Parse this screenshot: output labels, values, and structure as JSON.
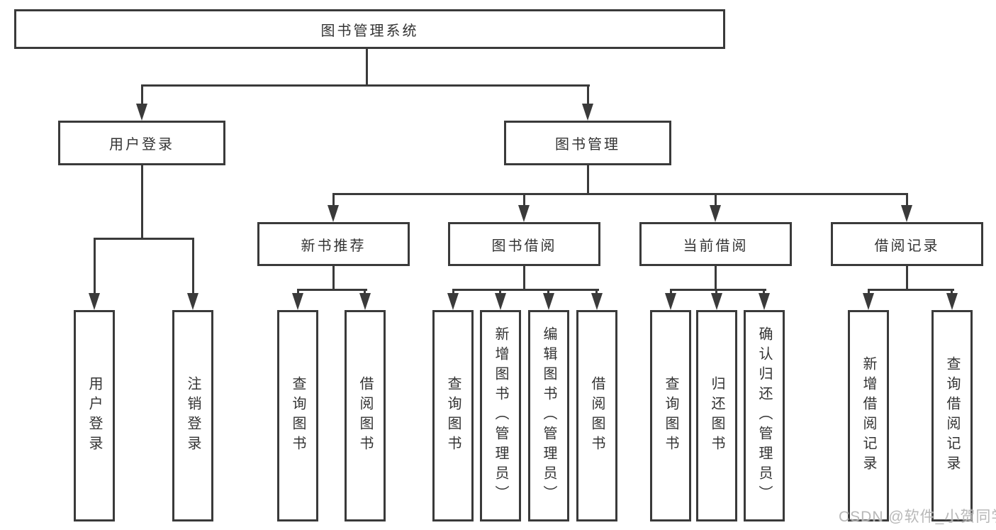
{
  "diagram": {
    "root": {
      "label": "图书管理系统"
    },
    "level2": [
      {
        "label": "用户登录"
      },
      {
        "label": "图书管理"
      }
    ],
    "level3": [
      {
        "label": "新书推荐"
      },
      {
        "label": "图书借阅"
      },
      {
        "label": "当前借阅"
      },
      {
        "label": "借阅记录"
      }
    ],
    "leaves": [
      {
        "label": "用户登录"
      },
      {
        "label": "注销登录"
      },
      {
        "label": "查询图书"
      },
      {
        "label": "借阅图书"
      },
      {
        "label": "查询图书"
      },
      {
        "label": "新增图书（管理员）"
      },
      {
        "label": "编辑图书（管理员）"
      },
      {
        "label": "借阅图书"
      },
      {
        "label": "查询图书"
      },
      {
        "label": "归还图书"
      },
      {
        "label": "确认归还（管理员）"
      },
      {
        "label": "新增借阅记录"
      },
      {
        "label": "查询借阅记录"
      }
    ],
    "watermark": {
      "text": "CSDN @软件_小贺同学"
    },
    "colors": {
      "line": "#3a3a3a",
      "text": "#333333",
      "background": "#ffffff",
      "watermark": "#b2b2b2"
    }
  }
}
